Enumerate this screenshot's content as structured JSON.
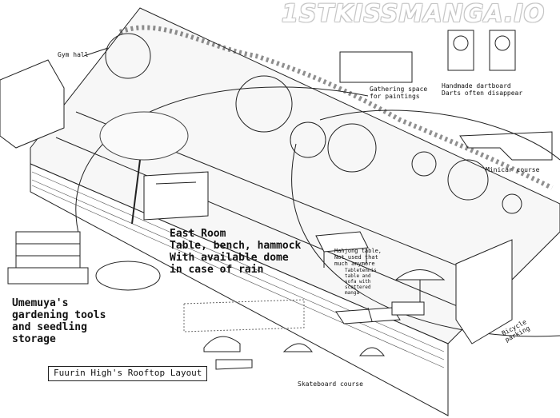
{
  "watermark": "1STKISSMANGA.IO",
  "title_box": "Fuurin High's Rooftop Layout",
  "labels": {
    "gym_hall": "Gym hall",
    "gathering": "Gathering space\nfor paintings",
    "dartboard": "Handmade dartboard\nDarts often disappear",
    "minicar": "Minicar course",
    "east_room": "East Room\nTable, bench, hammock\nWith available dome\nin case of rain",
    "mahjong": "Mahjong table,\nNot used that\nmuch anymore",
    "tabletennis": "Tabletennis\ntable and\nsofa with\nscattered\nmanga",
    "umemiya": "Umemuya's\ngardening tools\nand seedling\nstorage",
    "bicycle": "Bicycle\nparking",
    "skateboard": "Skateboard course"
  },
  "colors": {
    "ink": "#111111",
    "paper": "#ffffff",
    "watermark_outline": "#c8c8c8"
  }
}
